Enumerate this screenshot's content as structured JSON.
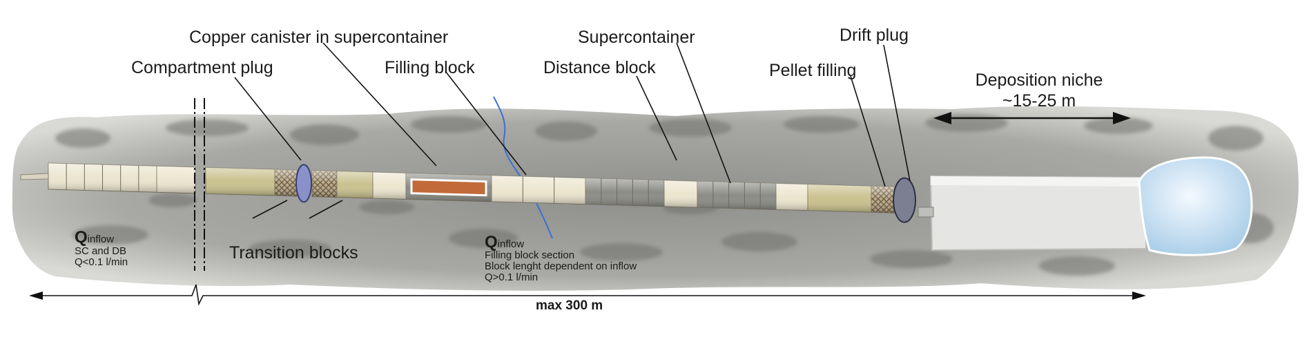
{
  "labels": {
    "copper_canister": "Copper canister in supercontainer",
    "compartment_plug": "Compartment plug",
    "filling_block": "Filling block",
    "supercontainer": "Supercontainer",
    "distance_block": "Distance block",
    "drift_plug": "Drift plug",
    "pellet_filling": "Pellet filling",
    "deposition_niche": "Deposition niche",
    "deposition_niche_length": "~15-25 m",
    "transition_blocks": "Transition blocks",
    "scale": "max 300 m"
  },
  "inflow_left": {
    "q": "Q",
    "sub": "inflow",
    "line1": "SC and DB",
    "line2": "Q<0.1 l/min"
  },
  "inflow_mid": {
    "q": "Q",
    "sub": "inflow",
    "line1": "Filling block section",
    "line2": "Block lenght dependent on inflow",
    "line3": "Q>0.1 l/min"
  },
  "colors": {
    "rock": "#9a9a98",
    "rock_dark": "#6e6e6c",
    "gray_block": "#8c8c86",
    "cream_block": "#ece6cf",
    "olive_block": "#c9c18e",
    "canister": "#c26a3a",
    "plug": "#8a90c8",
    "niche_fill": "#e6e6e4",
    "niche_end": "#c4ddf0",
    "water_line": "#3a6fd6"
  }
}
